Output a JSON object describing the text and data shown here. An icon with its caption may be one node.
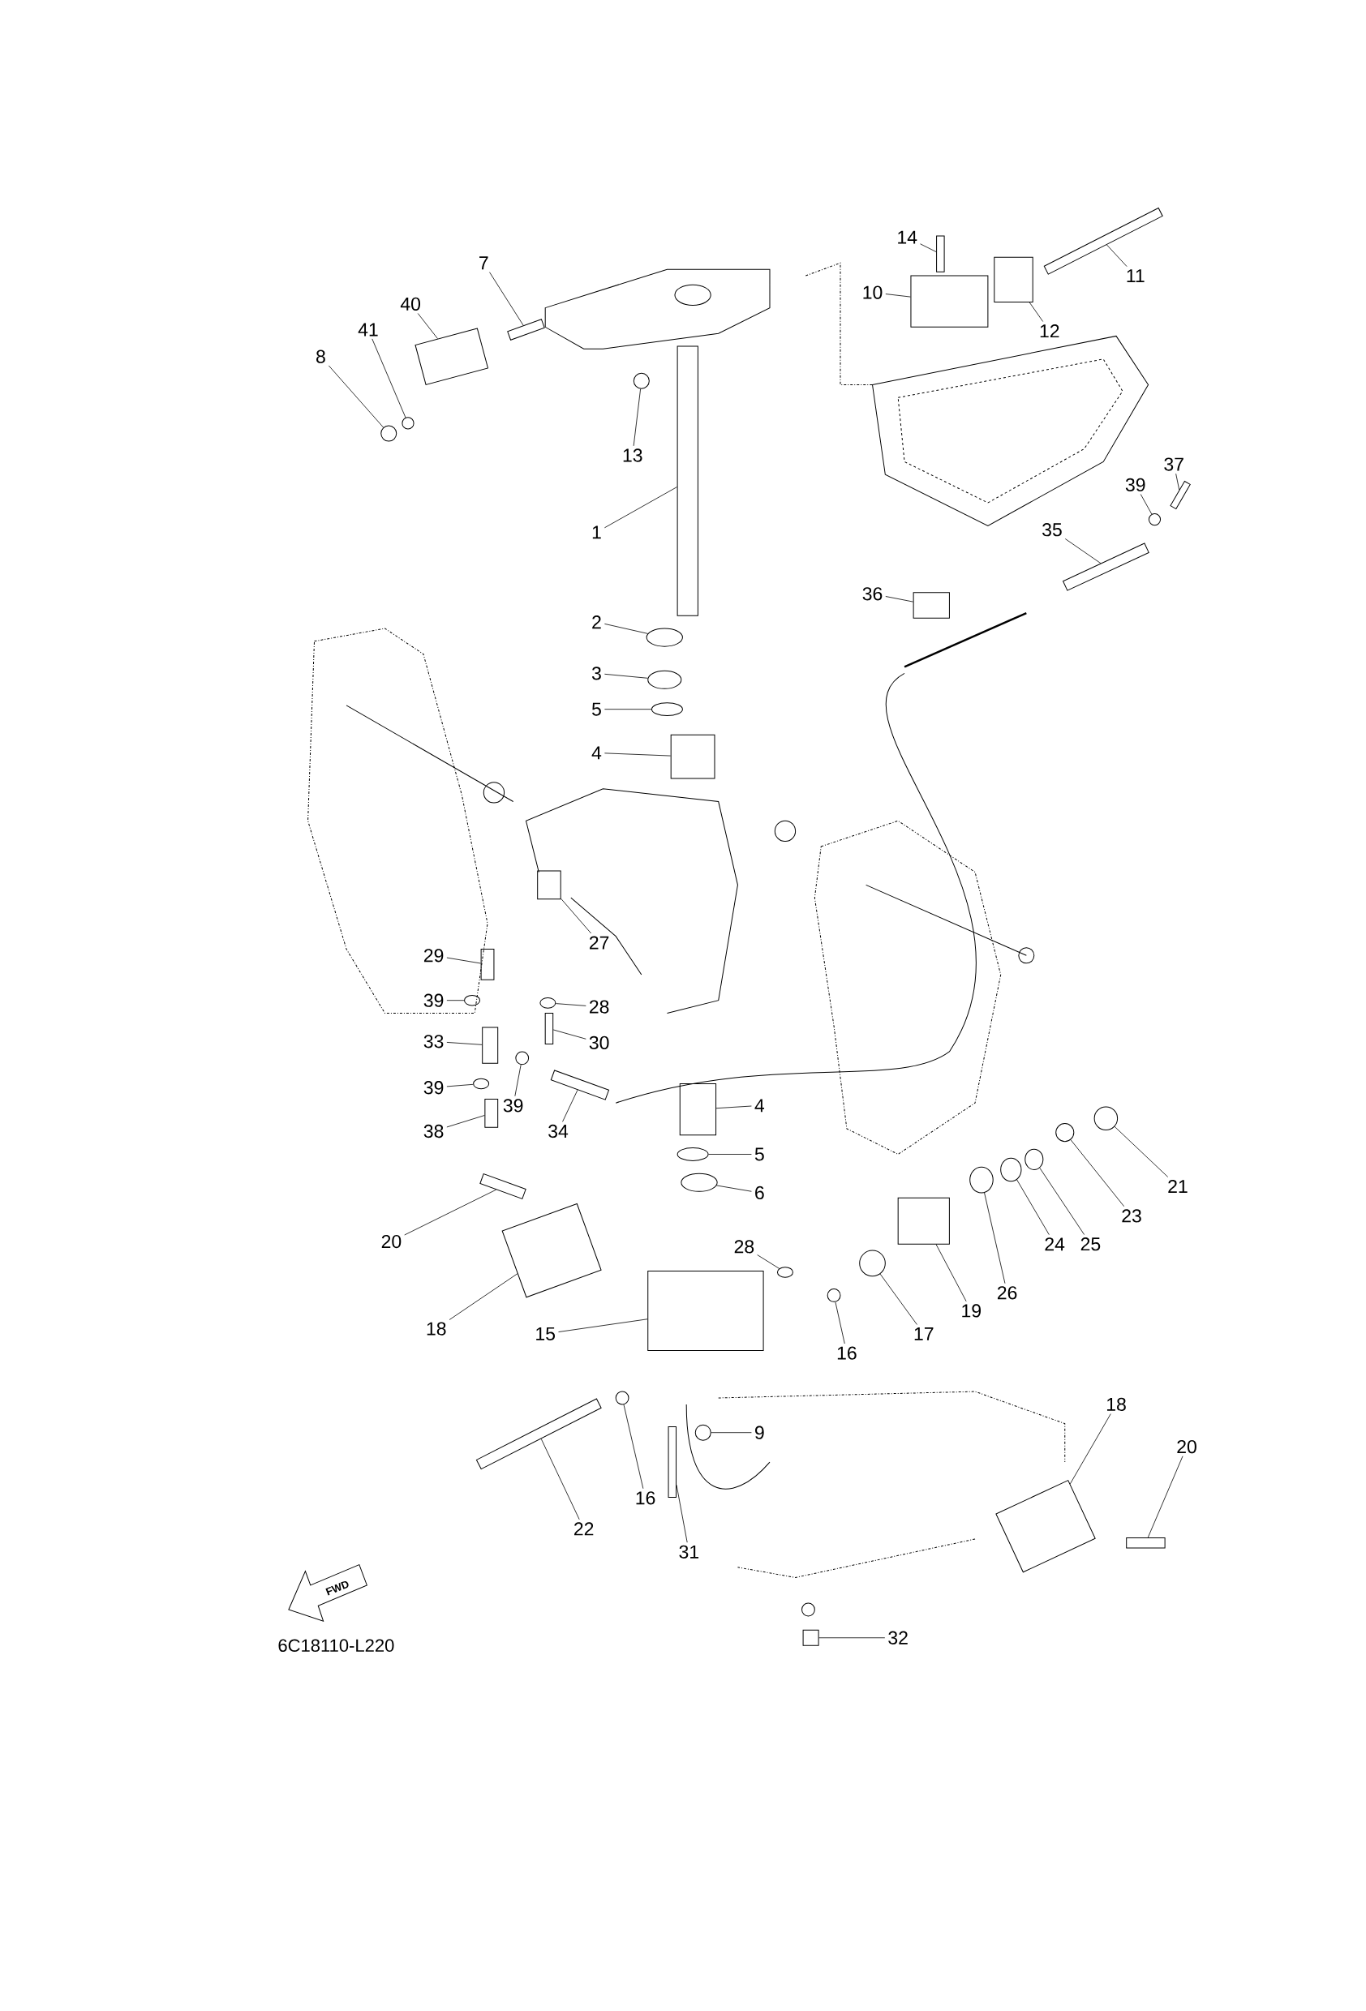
{
  "diagram": {
    "nodes": [
      {
        "text": [
          "14"
        ]
      },
      {
        "text": [
          "7"
        ]
      },
      {
        "text": [
          "11"
        ]
      },
      {
        "text": [
          "10"
        ]
      },
      {
        "text": [
          "40"
        ]
      },
      {
        "text": [
          "41"
        ]
      },
      {
        "text": [
          "12"
        ]
      },
      {
        "text": [
          "8"
        ]
      },
      {
        "text": [
          "13"
        ]
      },
      {
        "text": [
          "37"
        ]
      },
      {
        "text": [
          "39"
        ]
      },
      {
        "text": [
          "1"
        ]
      },
      {
        "text": [
          "35"
        ]
      },
      {
        "text": [
          "36"
        ]
      },
      {
        "text": [
          "2"
        ]
      },
      {
        "text": [
          "3"
        ]
      },
      {
        "text": [
          "5"
        ]
      },
      {
        "text": [
          "4"
        ]
      },
      {
        "text": [
          "27"
        ]
      },
      {
        "text": [
          "29"
        ]
      },
      {
        "text": [
          "39"
        ]
      },
      {
        "text": [
          "28"
        ]
      },
      {
        "text": [
          "33"
        ]
      },
      {
        "text": [
          "30"
        ]
      },
      {
        "text": [
          "39"
        ]
      },
      {
        "text": [
          "39"
        ]
      },
      {
        "text": [
          "4"
        ]
      },
      {
        "text": [
          "38"
        ]
      },
      {
        "text": [
          "34"
        ]
      },
      {
        "text": [
          "5"
        ]
      },
      {
        "text": [
          "21"
        ]
      },
      {
        "text": [
          "6"
        ]
      },
      {
        "text": [
          "23"
        ]
      },
      {
        "text": [
          "20"
        ]
      },
      {
        "text": [
          "24"
        ]
      },
      {
        "text": [
          "25"
        ]
      },
      {
        "text": [
          "28"
        ]
      },
      {
        "text": [
          "26"
        ]
      },
      {
        "text": [
          "19"
        ]
      },
      {
        "text": [
          "18"
        ]
      },
      {
        "text": [
          "15"
        ]
      },
      {
        "text": [
          "17"
        ]
      },
      {
        "text": [
          "16"
        ]
      },
      {
        "text": [
          "18"
        ]
      },
      {
        "text": [
          "9"
        ]
      },
      {
        "text": [
          "20"
        ]
      },
      {
        "text": [
          "16"
        ]
      },
      {
        "text": [
          "22"
        ]
      },
      {
        "text": [
          "31"
        ]
      },
      {
        "text": [
          "32"
        ]
      },
      {
        "text": [],
        "shape": "bar"
      },
      {
        "text": [],
        "shape": "bar"
      },
      {
        "text": [],
        "shape": "bar"
      },
      {
        "text": [],
        "shape": "box"
      },
      {
        "text": [],
        "shape": "box"
      },
      {
        "text": [],
        "shape": "circle"
      },
      {
        "text": [],
        "shape": "box"
      },
      {
        "text": [],
        "shape": "circle"
      },
      {
        "text": [],
        "shape": "circle"
      },
      {
        "text": [],
        "shape": "bar"
      },
      {
        "text": [],
        "shape": "circle"
      },
      {
        "text": [],
        "shape": "bar"
      },
      {
        "text": [],
        "shape": "bar"
      },
      {
        "text": [],
        "shape": "box"
      },
      {
        "text": [],
        "shape": "circle"
      },
      {
        "text": [],
        "shape": "circle"
      },
      {
        "text": [],
        "shape": "circle"
      },
      {
        "text": [],
        "shape": "box"
      },
      {
        "text": [],
        "shape": "box"
      },
      {
        "text": [],
        "shape": "box"
      },
      {
        "text": [],
        "shape": "circle"
      },
      {
        "text": [],
        "shape": "circle"
      },
      {
        "text": [],
        "shape": "box"
      },
      {
        "text": [],
        "shape": "bar"
      },
      {
        "text": [],
        "shape": "circle"
      },
      {
        "text": [],
        "shape": "circle"
      },
      {
        "text": [],
        "shape": "box"
      },
      {
        "text": [],
        "shape": "box"
      },
      {
        "text": [],
        "shape": "bar"
      },
      {
        "text": [],
        "shape": "circle"
      },
      {
        "text": [],
        "shape": "circle"
      },
      {
        "text": [],
        "shape": "circle"
      },
      {
        "text": [],
        "shape": "circle"
      },
      {
        "text": [],
        "shape": "bar"
      },
      {
        "text": [],
        "shape": "circle"
      },
      {
        "text": [],
        "shape": "circle"
      },
      {
        "text": [],
        "shape": "circle"
      },
      {
        "text": [],
        "shape": "circle"
      },
      {
        "text": [],
        "shape": "box"
      },
      {
        "text": [],
        "shape": "box"
      },
      {
        "text": [],
        "shape": "box"
      },
      {
        "text": [],
        "shape": "circle"
      },
      {
        "text": [],
        "shape": "circle"
      },
      {
        "text": [],
        "shape": "box"
      },
      {
        "text": [],
        "shape": "circle"
      },
      {
        "text": [],
        "shape": "bar"
      },
      {
        "text": [],
        "shape": "circle"
      },
      {
        "text": [],
        "shape": "bar"
      },
      {
        "text": [],
        "shape": "bar"
      },
      {
        "text": [],
        "shape": "box"
      },
      {
        "text": [
          "FWD"
        ]
      }
    ],
    "edges": [
      {
        "from": 0,
        "to": 50,
        "arrow": "none"
      },
      {
        "from": 1,
        "to": 51,
        "arrow": "none"
      },
      {
        "from": 2,
        "to": 52,
        "arrow": "none"
      },
      {
        "from": 3,
        "to": 53,
        "arrow": "none"
      },
      {
        "from": 4,
        "to": 54,
        "arrow": "none"
      },
      {
        "from": 5,
        "to": 55,
        "arrow": "none"
      },
      {
        "from": 6,
        "to": 56,
        "arrow": "none"
      },
      {
        "from": 7,
        "to": 57,
        "arrow": "none"
      },
      {
        "from": 8,
        "to": 58,
        "arrow": "none"
      },
      {
        "from": 9,
        "to": 59,
        "arrow": "none"
      },
      {
        "from": 10,
        "to": 60,
        "arrow": "none"
      },
      {
        "from": 11,
        "to": 61,
        "arrow": "none"
      },
      {
        "from": 12,
        "to": 62,
        "arrow": "none"
      },
      {
        "from": 13,
        "to": 63,
        "arrow": "none"
      },
      {
        "from": 14,
        "to": 64,
        "arrow": "none"
      },
      {
        "from": 15,
        "to": 65,
        "arrow": "none"
      },
      {
        "from": 16,
        "to": 66,
        "arrow": "none"
      },
      {
        "from": 17,
        "to": 67,
        "arrow": "none"
      },
      {
        "from": 18,
        "to": 68,
        "arrow": "none"
      },
      {
        "from": 19,
        "to": 69,
        "arrow": "none"
      },
      {
        "from": 20,
        "to": 70,
        "arrow": "none"
      },
      {
        "from": 21,
        "to": 71,
        "arrow": "none"
      },
      {
        "from": 22,
        "to": 72,
        "arrow": "none"
      },
      {
        "from": 23,
        "to": 73,
        "arrow": "none"
      },
      {
        "from": 24,
        "to": 74,
        "arrow": "none"
      },
      {
        "from": 25,
        "to": 75,
        "arrow": "none"
      },
      {
        "from": 26,
        "to": 76,
        "arrow": "none"
      },
      {
        "from": 27,
        "to": 77,
        "arrow": "none"
      },
      {
        "from": 28,
        "to": 78,
        "arrow": "none"
      },
      {
        "from": 29,
        "to": 79,
        "arrow": "none"
      },
      {
        "from": 30,
        "to": 80,
        "arrow": "none"
      },
      {
        "from": 31,
        "to": 81,
        "arrow": "none"
      },
      {
        "from": 32,
        "to": 82,
        "arrow": "none"
      },
      {
        "from": 33,
        "to": 83,
        "arrow": "none"
      },
      {
        "from": 34,
        "to": 84,
        "arrow": "none"
      },
      {
        "from": 35,
        "to": 85,
        "arrow": "none"
      },
      {
        "from": 36,
        "to": 86,
        "arrow": "none"
      },
      {
        "from": 37,
        "to": 87,
        "arrow": "none"
      },
      {
        "from": 38,
        "to": 88,
        "arrow": "none"
      },
      {
        "from": 39,
        "to": 89,
        "arrow": "none"
      },
      {
        "from": 40,
        "to": 90,
        "arrow": "none"
      },
      {
        "from": 41,
        "to": 91,
        "arrow": "none"
      },
      {
        "from": 42,
        "to": 92,
        "arrow": "none"
      },
      {
        "from": 43,
        "to": 93,
        "arrow": "none"
      },
      {
        "from": 44,
        "to": 94,
        "arrow": "none"
      },
      {
        "from": 45,
        "to": 95,
        "arrow": "none"
      },
      {
        "from": 46,
        "to": 96,
        "arrow": "none"
      },
      {
        "from": 47,
        "to": 97,
        "arrow": "none"
      },
      {
        "from": 48,
        "to": 98,
        "arrow": "none"
      },
      {
        "from": 49,
        "to": 99,
        "arrow": "none"
      }
    ],
    "labels": [
      "6C18110-L220"
    ]
  }
}
